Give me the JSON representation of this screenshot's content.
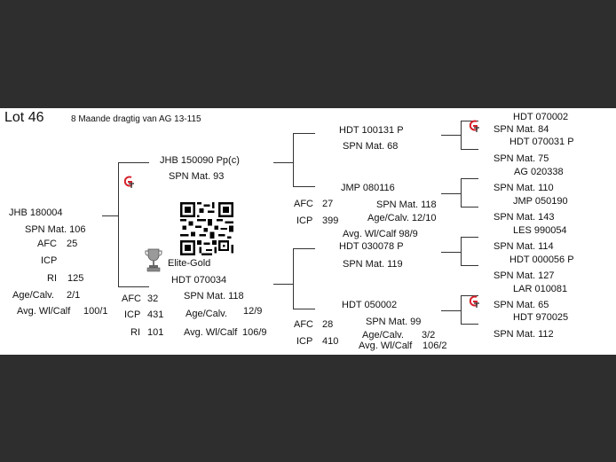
{
  "header": {
    "lot": "Lot 46",
    "subtitle": "8 Maande dragtig van AG 13-115"
  },
  "animal": {
    "id": "JHB 180004",
    "spn": "SPN Mat. 106",
    "afc_label": "AFC",
    "afc": "25",
    "icp_label": "ICP",
    "ri_label": "RI",
    "ri": "125",
    "age_label": "Age/Calv.",
    "age": "2/1",
    "wl_label": "Avg. Wl/Calf",
    "wl": "100/1"
  },
  "sire": {
    "id": "JHB 150090  Pp(c)",
    "spn": "SPN Mat. 93"
  },
  "dam": {
    "award": "Elite-Gold",
    "id": "HDT 070034",
    "afc_label": "AFC",
    "afc": "32",
    "icp_label": "ICP",
    "icp": "431",
    "ri_label": "RI",
    "ri": "101",
    "spn": "SPN Mat. 118",
    "age_label": "Age/Calv.",
    "age": "12/9",
    "wl_label": "Avg. Wl/Calf",
    "wl": "106/9"
  },
  "ss": {
    "id": "HDT 100131  P",
    "spn": "SPN Mat. 68"
  },
  "sd": {
    "id": "JMP 080116",
    "afc_label": "AFC",
    "afc": "27",
    "icp_label": "ICP",
    "icp": "399",
    "spn": "SPN Mat. 118",
    "age": "Age/Calv.  12/10",
    "wl": "Avg. Wl/Calf  98/9"
  },
  "ds": {
    "id": "HDT 030078  P",
    "spn": "SPN Mat. 119"
  },
  "dd": {
    "id": "HDT 050002",
    "afc_label": "AFC",
    "afc": "28",
    "icp_label": "ICP",
    "icp": "410",
    "spn": "SPN Mat. 99",
    "age_label": "Age/Calv.",
    "age": "3/2",
    "wl_label": "Avg. Wl/Calf",
    "wl": "106/2"
  },
  "gen3": [
    "HDT 070002",
    "SPN Mat. 84",
    "HDT 070031  P",
    "SPN Mat. 75",
    "AG  020338",
    "SPN Mat. 110",
    "JMP 050190",
    "SPN Mat. 143",
    "LES 990054",
    "SPN Mat. 114",
    "HDT 000056  P",
    "SPN Mat. 127",
    "LAR 010081",
    "SPN Mat. 65",
    "HDT 970025",
    "SPN Mat. 112"
  ],
  "icons": {
    "logo": "gt-logo-icon",
    "qr": "qr-code-icon",
    "trophy": "trophy-icon",
    "logo_red": "#d6202a"
  }
}
